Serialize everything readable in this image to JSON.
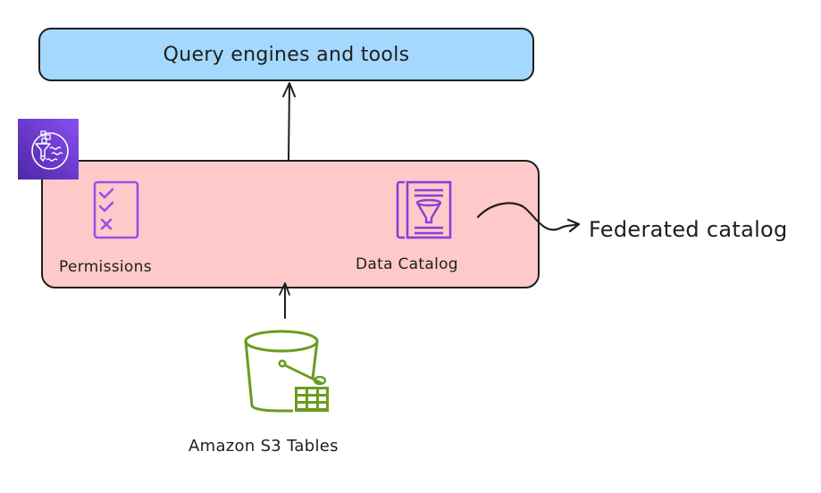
{
  "diagram": {
    "title_box": {
      "label": "Query engines and tools",
      "fill": "#a5d8ff"
    },
    "lake_formation_box": {
      "fill": "#ffc9c9",
      "service_icon": "aws-lake-formation-icon",
      "items": [
        {
          "label": "Permissions",
          "icon": "checklist-icon"
        },
        {
          "label": "Data Catalog",
          "icon": "data-catalog-funnel-icon"
        }
      ]
    },
    "external": {
      "label": "Federated catalog"
    },
    "source": {
      "label": "Amazon S3 Tables",
      "icon": "s3-tables-bucket-icon",
      "color": "#6b9b1e"
    },
    "edges": [
      {
        "from": "Amazon S3 Tables",
        "to": "Lake Formation box"
      },
      {
        "from": "Lake Formation box",
        "to": "Query engines and tools"
      },
      {
        "from": "Data Catalog",
        "to": "Federated catalog"
      }
    ],
    "colors": {
      "icon_purple": "#9a4fe8",
      "service_gradient_start": "#4d27a8",
      "service_gradient_end": "#8a4ef0",
      "stroke": "#1e1e1e"
    }
  }
}
